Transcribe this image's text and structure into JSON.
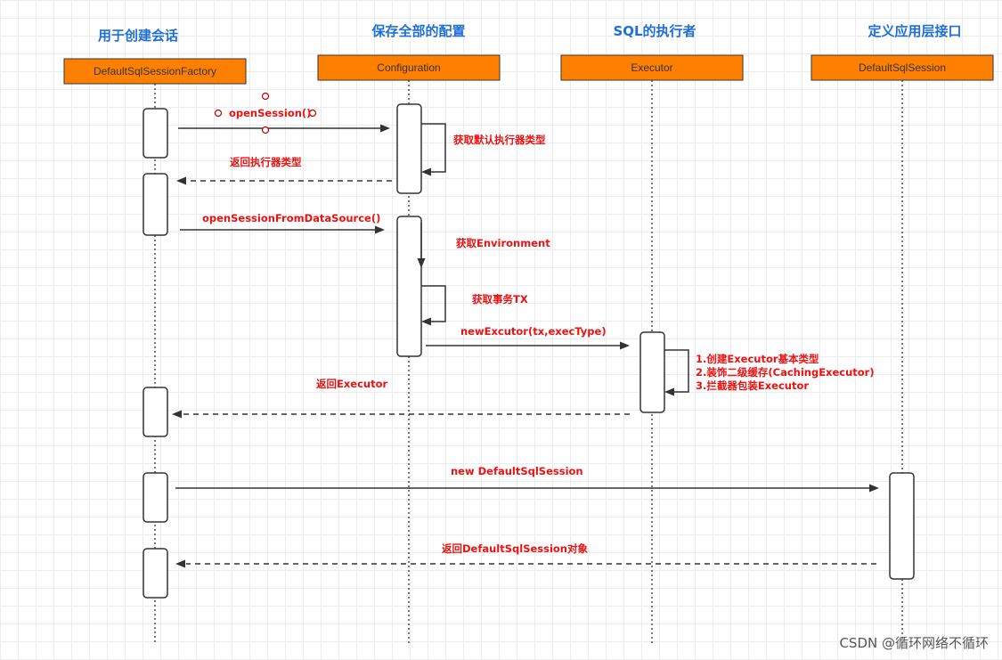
{
  "headers": [
    "用于创建会话",
    "保存全部的配置",
    "SQL的执行者",
    "定义应用层接口"
  ],
  "participants": [
    "DefaultSqlSessionFactory",
    "Configuration",
    "Executor",
    "DefaultSqlSession"
  ],
  "messages": {
    "open_session": "openSession()",
    "get_default_executor_type": "获取默认执行器类型",
    "return_executor_type": "返回执行器类型",
    "open_session_from_datasource": "openSessionFromDataSource()",
    "get_environment": "获取Environment",
    "get_tx": "获取事务TX",
    "new_executor": "newExcutor(tx,execType)",
    "executor_step_1": "1.创建Executor基本类型",
    "executor_step_2": "2.装饰二级缓存(CachingExecutor)",
    "executor_step_3": "3.拦截器包装Executor",
    "return_executor": "返回Executor",
    "new_default_sql_session": "new DefaultSqlSession",
    "return_default_sql_session": "返回DefaultSqlSession对象"
  },
  "watermark": "CSDN @循环网络不循环",
  "colors": {
    "header_text": "#1f6fd6",
    "participant_fill": "#ff8000",
    "message_text": "#ee1111",
    "line": "#333333"
  }
}
